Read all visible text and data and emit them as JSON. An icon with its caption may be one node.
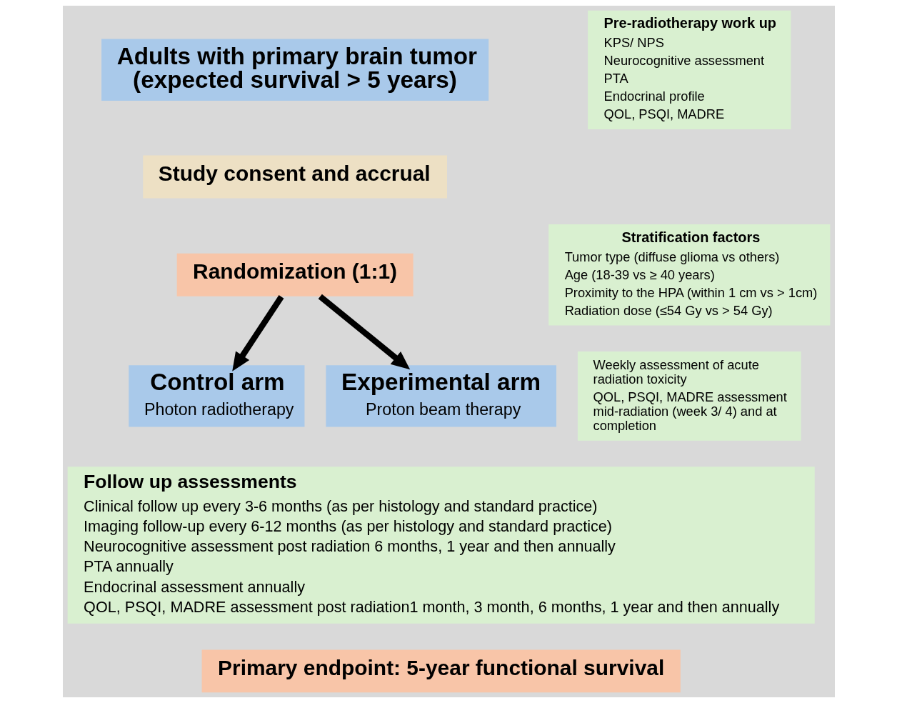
{
  "diagram": {
    "nodes": [
      {
        "text": [
          "Adults with primary brain tumor (expected survival > 5 years)"
        ]
      },
      {
        "text": [
          "Pre-radiotherapy work up",
          "KPS/ NPS",
          "Neurocognitive assessment",
          "PTA",
          "Endocrinal profile",
          "QOL, PSQI, MADRE"
        ]
      },
      {
        "text": [
          "Study consent and accrual"
        ]
      },
      {
        "text": [
          "Randomization (1:1)"
        ]
      },
      {
        "text": [
          "Stratification factors",
          "Tumor type (diffuse glioma vs others)",
          "Age (18-39 vs ≥ 40 years)",
          "Proximity to the HPA (within 1 cm vs > 1cm)",
          "Radiation dose (≤54 Gy vs > 54 Gy)"
        ]
      },
      {
        "text": [
          "Control arm",
          "Photon radiotherapy"
        ]
      },
      {
        "text": [
          "Experimental arm",
          "Proton beam therapy"
        ]
      },
      {
        "text": [
          "Weekly assessment of acute radiation toxicity",
          "QOL, PSQI, MADRE assessment mid-radiation (week 3/ 4) and at completion"
        ]
      },
      {
        "text": [
          "Follow up assessments",
          "Clinical follow up every 3-6 months (as per histology and standard practice)",
          "Imaging follow-up every 6-12 months (as per histology and standard practice)",
          "Neurocognitive assessment post radiation 6 months, 1 year and then annually",
          "PTA annually",
          "Endocrinal assessment annually",
          "QOL, PSQI, MADRE assessment post radiation1 month, 3 month, 6 months, 1 year and then annually"
        ]
      },
      {
        "text": [
          "Primary endpoint: 5-year functional survival"
        ]
      }
    ],
    "edges": [
      {
        "from": 3,
        "to": 5,
        "arrow": "to"
      },
      {
        "from": 3,
        "to": 6,
        "arrow": "to"
      }
    ]
  }
}
